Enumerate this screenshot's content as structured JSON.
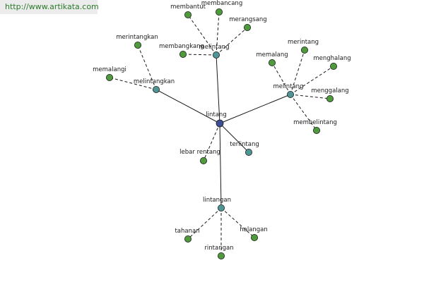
{
  "watermark": {
    "url": "http://www.artikata.com"
  },
  "colors": {
    "leaf": "#4e9a3c",
    "hub": "#4f9595",
    "root": "#3c4f96",
    "edge": "#1a1a1a",
    "url_text": "#2a7a2a",
    "url_bg": "#ececec"
  },
  "nodes": [
    {
      "id": "lintang",
      "label": "lintang",
      "kind": "root"
    },
    {
      "id": "melintang",
      "label": "melintang",
      "kind": "hub"
    },
    {
      "id": "melintangkan",
      "label": "melintangkan",
      "kind": "hub"
    },
    {
      "id": "melintang2",
      "label": "melintang",
      "kind": "hub"
    },
    {
      "id": "terlintang",
      "label": "terlintang",
      "kind": "hub"
    },
    {
      "id": "lintangan",
      "label": "lintangan",
      "kind": "hub"
    },
    {
      "id": "lebar_rentang",
      "label": "lebar rentang",
      "kind": "leaf"
    },
    {
      "id": "membantut",
      "label": "membantut",
      "kind": "leaf"
    },
    {
      "id": "membancang",
      "label": "membancang",
      "kind": "leaf"
    },
    {
      "id": "merangsang",
      "label": "merangsang",
      "kind": "leaf"
    },
    {
      "id": "membangkang",
      "label": "membangkang",
      "kind": "leaf"
    },
    {
      "id": "merintangkan",
      "label": "merintangkan",
      "kind": "leaf"
    },
    {
      "id": "memalangi",
      "label": "memalangi",
      "kind": "leaf"
    },
    {
      "id": "merintang",
      "label": "merintang",
      "kind": "leaf"
    },
    {
      "id": "memalang",
      "label": "memalang",
      "kind": "leaf"
    },
    {
      "id": "menghalang",
      "label": "menghalang",
      "kind": "leaf"
    },
    {
      "id": "menggalang",
      "label": "menggalang",
      "kind": "leaf"
    },
    {
      "id": "membelintang",
      "label": "membelintang",
      "kind": "leaf"
    },
    {
      "id": "tahanan",
      "label": "tahanan",
      "kind": "leaf"
    },
    {
      "id": "rintangan",
      "label": "rintangan",
      "kind": "leaf"
    },
    {
      "id": "halangan",
      "label": "halangan",
      "kind": "leaf"
    }
  ],
  "edges": [
    {
      "from": "lintang",
      "to": "melintang",
      "style": "solid"
    },
    {
      "from": "lintang",
      "to": "melintangkan",
      "style": "solid"
    },
    {
      "from": "lintang",
      "to": "melintang2",
      "style": "solid"
    },
    {
      "from": "lintang",
      "to": "terlintang",
      "style": "solid"
    },
    {
      "from": "lintang",
      "to": "lintangan",
      "style": "solid"
    },
    {
      "from": "lintang",
      "to": "lebar_rentang",
      "style": "dashed"
    },
    {
      "from": "melintang",
      "to": "membantut",
      "style": "dashed"
    },
    {
      "from": "melintang",
      "to": "membancang",
      "style": "dashed"
    },
    {
      "from": "melintang",
      "to": "merangsang",
      "style": "dashed"
    },
    {
      "from": "melintang",
      "to": "membangkang",
      "style": "dashed"
    },
    {
      "from": "melintangkan",
      "to": "merintangkan",
      "style": "dashed"
    },
    {
      "from": "melintangkan",
      "to": "memalangi",
      "style": "dashed"
    },
    {
      "from": "melintang2",
      "to": "merintang",
      "style": "dashed"
    },
    {
      "from": "melintang2",
      "to": "memalang",
      "style": "dashed"
    },
    {
      "from": "melintang2",
      "to": "menghalang",
      "style": "dashed"
    },
    {
      "from": "melintang2",
      "to": "menggalang",
      "style": "dashed"
    },
    {
      "from": "melintang2",
      "to": "membelintang",
      "style": "dashed"
    },
    {
      "from": "lintangan",
      "to": "tahanan",
      "style": "dashed"
    },
    {
      "from": "lintangan",
      "to": "rintangan",
      "style": "dashed"
    },
    {
      "from": "lintangan",
      "to": "halangan",
      "style": "dashed"
    }
  ]
}
